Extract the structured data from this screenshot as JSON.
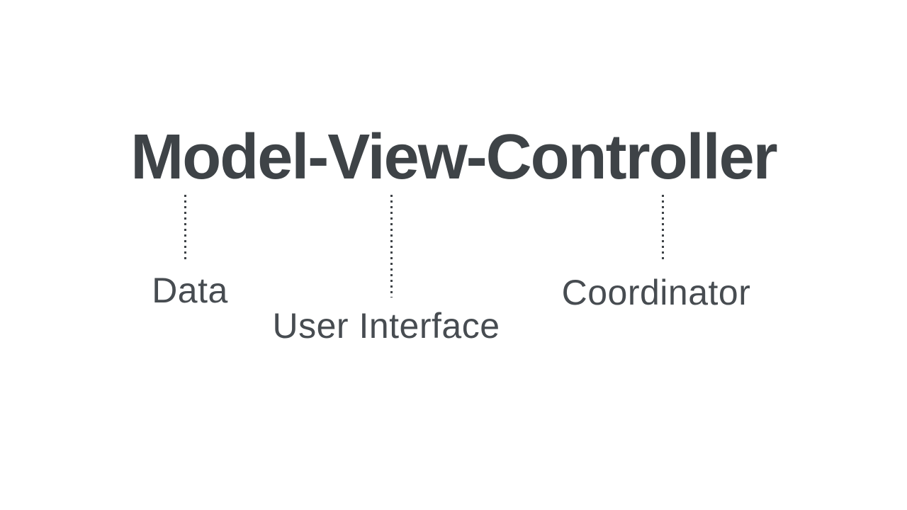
{
  "diagram": {
    "title": "Model-View-Controller",
    "colors": {
      "ink": "#3e4347",
      "label": "#474c51",
      "bg": "#ffffff"
    },
    "connections": [
      {
        "term": "Model",
        "label": "Data"
      },
      {
        "term": "View",
        "label": "User Interface"
      },
      {
        "term": "Controller",
        "label": "Coordinator"
      }
    ]
  }
}
